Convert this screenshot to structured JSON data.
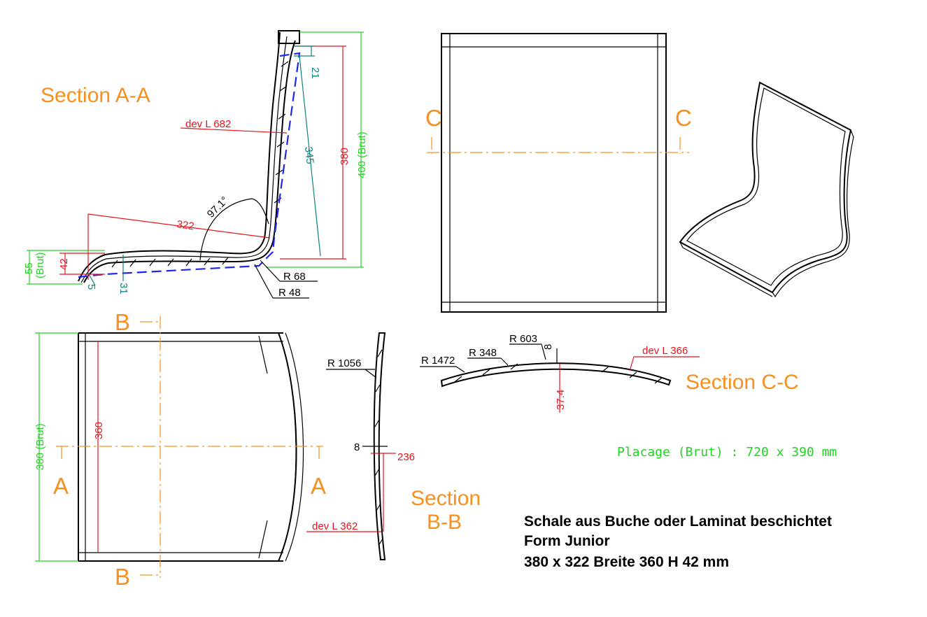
{
  "section_aa": {
    "title": "Section A-A",
    "dims": {
      "dev_l": "dev L 682",
      "d322": "322",
      "d97": "97.1°",
      "d21": "21",
      "d345": "345",
      "d380": "380",
      "d400": "400 (Brut)",
      "d55": "55",
      "d55b": "(Brut)",
      "d42": "42",
      "d5": "5",
      "d31": "31",
      "r68": "R 68",
      "r48": "R 48"
    }
  },
  "section_cc_markers": {
    "left": "C",
    "right": "C"
  },
  "section_bb_markers": {
    "top": "B",
    "bottom": "B"
  },
  "section_a_markers": {
    "left": "A",
    "right": "A"
  },
  "plan_view": {
    "d380": "380 (Brut)",
    "d360": "360"
  },
  "section_bb": {
    "title_line1": "Section",
    "title_line2": "B-B",
    "r1056": "R 1056",
    "d8": "8",
    "d236": "236",
    "dev_l": "dev L 362"
  },
  "section_cc": {
    "title": "Section C-C",
    "r1472": "R 1472",
    "r348": "R 348",
    "r603": "R 603",
    "d8": "8",
    "dev_l": "dev L 366",
    "d374": "37.4"
  },
  "placage": "Placage (Brut) : 720 x 390 mm",
  "note": {
    "line1": "Schale aus Buche oder Laminat beschichtet",
    "line2": "Form Junior",
    "line3": "380 x 322 Breite 360 H 42 mm"
  },
  "colors": {
    "title": "#f7901e",
    "dimension_red": "#e8141e",
    "dimension_green": "#21d321",
    "dimension_teal": "#0f8282",
    "outline_blue": "#1e28e6"
  }
}
